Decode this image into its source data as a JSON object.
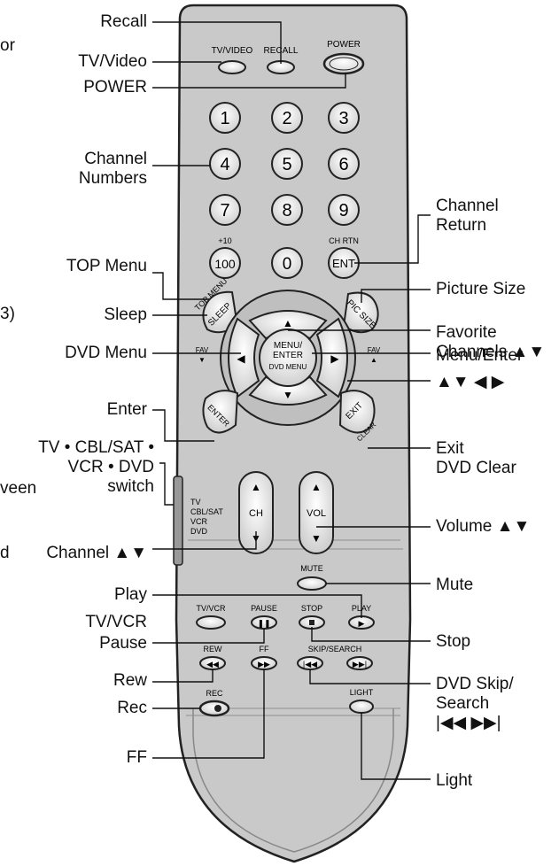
{
  "left_labels": {
    "recall": "Recall",
    "tv_video": "TV/Video",
    "power": "POWER",
    "channel_numbers": "Channel\nNumbers",
    "top_menu": "TOP Menu",
    "sleep": "Sleep",
    "dvd_menu": "DVD Menu",
    "enter": "Enter",
    "mode_switch": "TV • CBL/SAT •\nVCR • DVD\nswitch",
    "channel_updown": "Channel ▲▼",
    "play": "Play",
    "tv_vcr": "TV/VCR",
    "pause": "Pause",
    "rew": "Rew",
    "rec": "Rec",
    "ff": "FF"
  },
  "right_labels": {
    "channel_return": "Channel\nReturn",
    "picture_size": "Picture Size",
    "favorite_channels": "Favorite\nChannels ▲▼",
    "menu_enter": "Menu/Enter",
    "arrows": "▲▼ ◀ ▶",
    "exit_dvd_clear": "Exit\nDVD Clear",
    "volume": "Volume ▲▼",
    "mute": "Mute",
    "stop": "Stop",
    "dvd_skip_search": "DVD Skip/\nSearch\n|◀◀  ▶▶|",
    "light": "Light"
  },
  "cut_off_text": {
    "line1": "or",
    "line2": "3)",
    "line3": "veen",
    "line4": "d"
  },
  "remote": {
    "tv_video": "TV/VIDEO",
    "recall": "RECALL",
    "power": "POWER",
    "digits": [
      "1",
      "2",
      "3",
      "4",
      "5",
      "6",
      "7",
      "8",
      "9"
    ],
    "plus10": "+10",
    "key100": "100",
    "key0": "0",
    "chrtn": "CH RTN",
    "ent": "ENT",
    "top_menu": "TOP MENU",
    "sleep": "SLEEP",
    "pic_size": "PIC SIZE",
    "fav": "FAV",
    "menu_enter": "MENU/\nENTER",
    "dvd_menu": "DVD MENU",
    "enter": "ENTER",
    "exit": "EXIT",
    "clear": "CLEAR",
    "ch": "CH",
    "vol": "VOL",
    "switch_modes": [
      "TV",
      "CBL/SAT",
      "VCR",
      "DVD"
    ],
    "mute": "MUTE",
    "tv_vcr": "TV/VCR",
    "pause": "PAUSE",
    "stop": "STOP",
    "play": "PLAY",
    "rew": "REW",
    "ff": "FF",
    "skip_search": "SKIP/SEARCH",
    "rec": "REC",
    "light": "LIGHT"
  },
  "colors": {
    "body": "#c9c9c9",
    "body_dark": "#b8b8b8",
    "outline": "#222222",
    "button": "#e2e2e2"
  }
}
